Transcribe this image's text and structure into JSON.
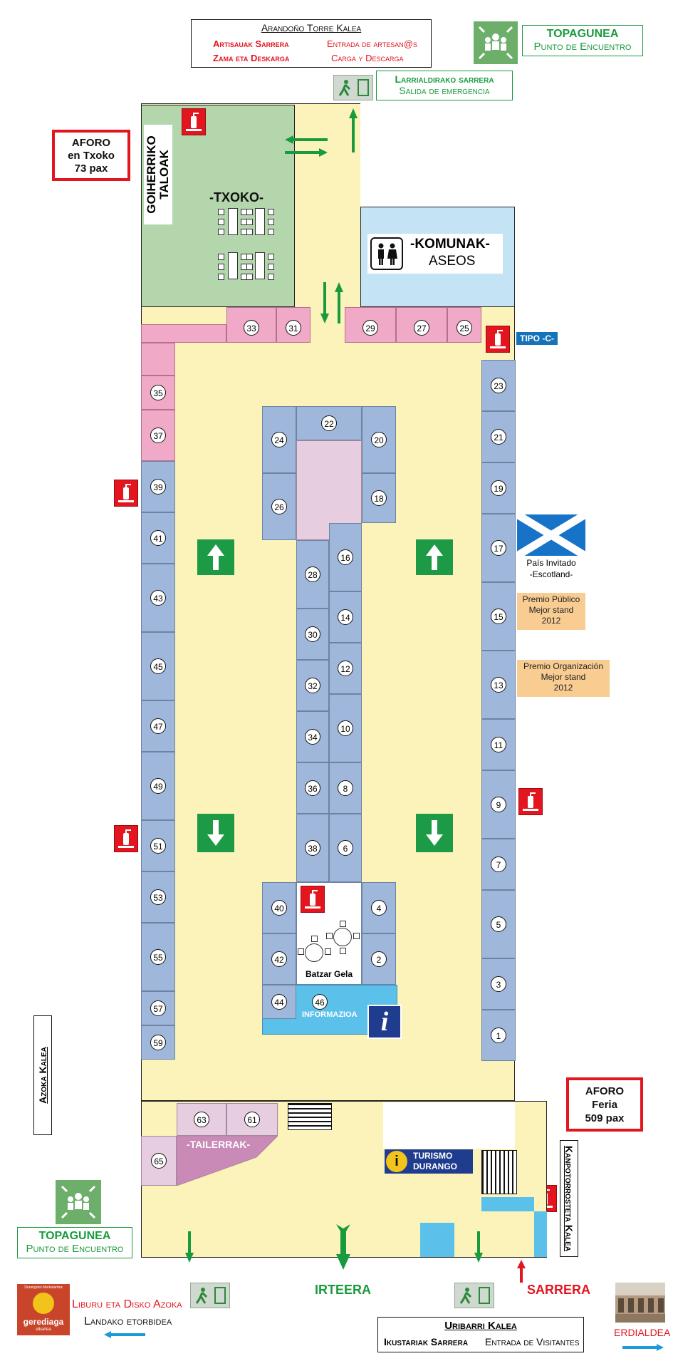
{
  "street_top": {
    "name": "Arandoño Torre Kalea",
    "artisans_eu": "Artisauak Sarrera",
    "artisans_es": "Entrada de artesan@s",
    "load_eu": "Zama eta Deskarga",
    "load_es": "Carga y Descarga"
  },
  "meeting_top": {
    "eu": "TOPAGUNEA",
    "es": "Punto de Encuentro"
  },
  "emergency_exit": {
    "eu": "Larrialdirako sarrera",
    "es": "Salida de emergencia"
  },
  "aforo_txoko": {
    "line1": "AFORO",
    "line2": "en Txoko",
    "line3": "73 pax"
  },
  "goiherriko": {
    "line1": "GOIHERRIKO",
    "line2": "TALOAK"
  },
  "txoko_label": "-TXOKO-",
  "toilets": {
    "line1": "-KOMUNAK-",
    "line2": "ASEOS"
  },
  "tipo_c": "TIPO -C-",
  "guest_country": {
    "line1": "País Invitado",
    "line2": "-Escotland-"
  },
  "prize_public": {
    "line1": "Premio Público",
    "line2": "Mejor stand",
    "line3": "2012"
  },
  "prize_org": {
    "line1": "Premio Organización",
    "line2": "Mejor stand",
    "line3": "2012"
  },
  "batzar": "Batzar Gela",
  "informazioa": "INFORMAZIOA",
  "info_icon": "i",
  "tailerrak": "-TAILERRAK-",
  "turismo": {
    "line1": "TURISMO",
    "line2": "DURANGO",
    "icon": "i"
  },
  "aforo_feria": {
    "line1": "AFORO",
    "line2": "Feria",
    "line3": "509 pax"
  },
  "azoka_kalea": "Azoka Kalea",
  "kanpotorrosteta_kalea": "Kanpotorrosteta Kalea",
  "meeting_bottom": {
    "eu": "TOPAGUNEA",
    "es": "Punto de Encuentro"
  },
  "irteera": "IRTEERA",
  "sarrera": "SARRERA",
  "uribarri": {
    "name": "Uribarri Kalea",
    "visitors_eu": "Ikustariak Sarrera",
    "visitors_es": "Entrada de Visitantes"
  },
  "liburu": {
    "line1": "Liburu eta Disko Azoka",
    "line2": "Landako etorbidea"
  },
  "gerediaga": {
    "top": "Durangoko Merkataritza",
    "name": "gerediaga",
    "sub": "elkartea"
  },
  "erdialdea": "ERDIALDEA",
  "stand_numbers": {
    "s1": "1",
    "s2": "2",
    "s3": "3",
    "s4": "4",
    "s5": "5",
    "s6": "6",
    "s7": "7",
    "s8": "8",
    "s9": "9",
    "s10": "10",
    "s11": "11",
    "s12": "12",
    "s13": "13",
    "s14": "14",
    "s15": "15",
    "s16": "16",
    "s17": "17",
    "s18": "18",
    "s19": "19",
    "s20": "20",
    "s21": "21",
    "s22": "22",
    "s23": "23",
    "s24": "24",
    "s25": "25",
    "s26": "26",
    "s27": "27",
    "s28": "28",
    "s29": "29",
    "s30": "30",
    "s31": "31",
    "s32": "32",
    "s33": "33",
    "s34": "34",
    "s35": "35",
    "s36": "36",
    "s37": "37",
    "s38": "38",
    "s39": "39",
    "s40": "40",
    "s41": "41",
    "s42": "42",
    "s43": "43",
    "s44": "44",
    "s45": "45",
    "s46": "46",
    "s47": "47",
    "s49": "49",
    "s51": "51",
    "s53": "53",
    "s55": "55",
    "s57": "57",
    "s59": "59",
    "s61": "61",
    "s63": "63",
    "s65": "65"
  },
  "colors": {
    "floor": "#fbf3b9",
    "stand": "#9fb7db",
    "pink": "#f0a9c6",
    "green_room": "#b3d6ad",
    "toilets": "#c4e3f5",
    "info": "#5bc0ea",
    "red": "#e3151f",
    "green": "#1a9a3e",
    "navy": "#1f3c8f"
  }
}
